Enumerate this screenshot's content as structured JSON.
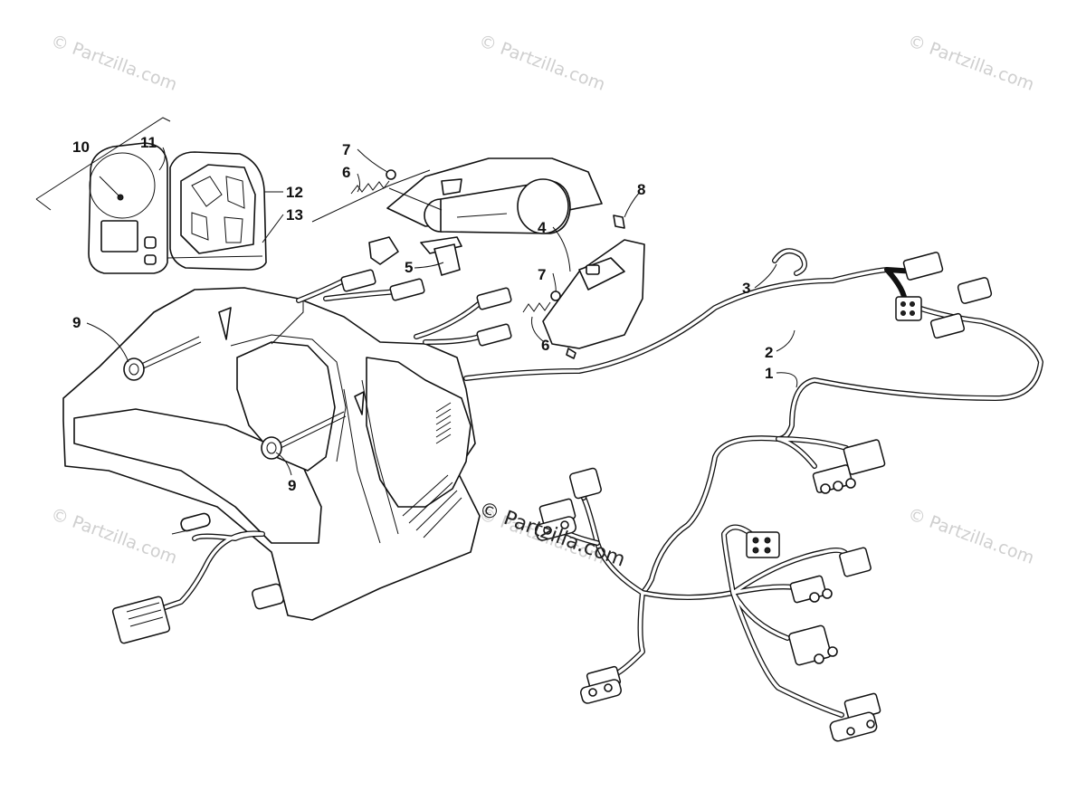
{
  "watermarks": [
    "© Partzilla.com",
    "© Partzilla.com",
    "© Partzilla.com",
    "© Partzilla.com",
    "© Partzilla.com",
    "© Partzilla.com"
  ],
  "center_watermark": "© Partzilla.com",
  "callouts": {
    "c1": "1",
    "c2": "2",
    "c3": "3",
    "c4": "4",
    "c5": "5",
    "c6a": "6",
    "c6b": "6",
    "c7a": "7",
    "c7b": "7",
    "c8": "8",
    "c9a": "9",
    "c9b": "9",
    "c10": "10",
    "c11": "11",
    "c12": "12",
    "c13": "13"
  }
}
